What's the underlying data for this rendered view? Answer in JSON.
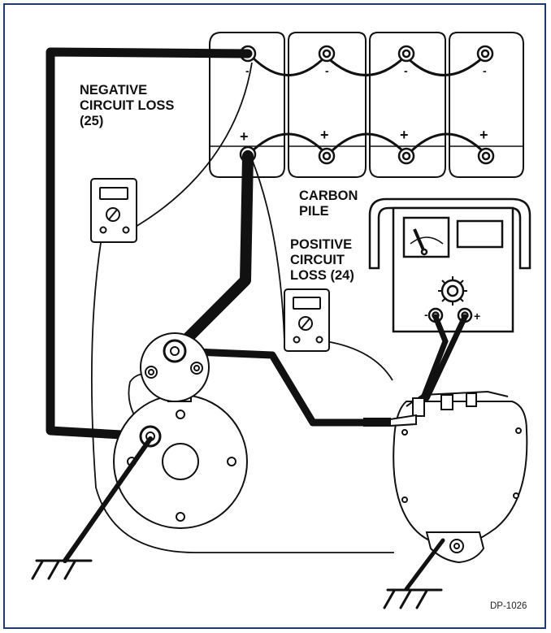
{
  "labels": {
    "negative_loss": [
      "NEGATIVE",
      "CIRCUIT LOSS",
      "(25)"
    ],
    "carbon_pile": [
      "CARBON",
      "PILE"
    ],
    "positive_loss": [
      "POSITIVE",
      "CIRCUIT",
      "LOSS (24)"
    ],
    "code": "DP-1026"
  },
  "battery_terminals": {
    "negative": "-",
    "positive": "+"
  },
  "tester_terminals": {
    "negative": "-",
    "positive": "+"
  },
  "colors": {
    "frame": "#1f3a6e",
    "line": "#111111"
  }
}
